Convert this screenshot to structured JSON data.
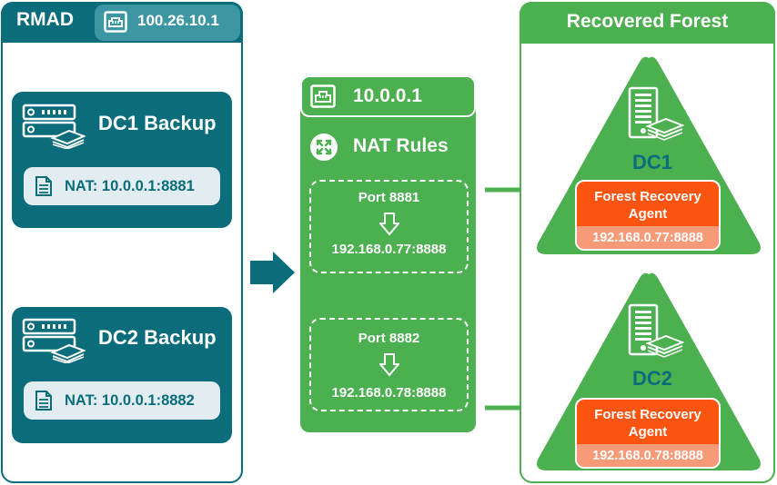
{
  "rmad": {
    "title": "RMAD",
    "ip": "100.26.10.1",
    "backups": [
      {
        "name": "DC1 Backup",
        "nat": "NAT: 10.0.0.1:8881"
      },
      {
        "name": "DC2 Backup",
        "nat": "NAT: 10.0.0.1:8882"
      }
    ]
  },
  "nat": {
    "ip": "10.0.0.1",
    "rules_title": "NAT Rules",
    "rules": [
      {
        "port": "Port 8881",
        "target": "192.168.0.77:8888"
      },
      {
        "port": "Port 8882",
        "target": "192.168.0.78:8888"
      }
    ]
  },
  "forest": {
    "title": "Recovered Forest",
    "dcs": [
      {
        "name": "DC1",
        "agent_line1": "Forest Recovery",
        "agent_line2": "Agent",
        "agent_ip": "192.168.0.77:8888"
      },
      {
        "name": "DC2",
        "agent_line1": "Forest Recovery",
        "agent_line2": "Agent",
        "agent_ip": "192.168.0.78:8888"
      }
    ]
  },
  "colors": {
    "teal": "#0b6d7c",
    "green": "#4caf50",
    "orange": "#fe5412",
    "orange_light": "#f79a78"
  },
  "icons": [
    "network-port-icon",
    "server-backup-icon",
    "document-icon",
    "nat-arrows-icon",
    "down-arrow-icon",
    "server-tower-icon",
    "right-arrow-icon"
  ]
}
